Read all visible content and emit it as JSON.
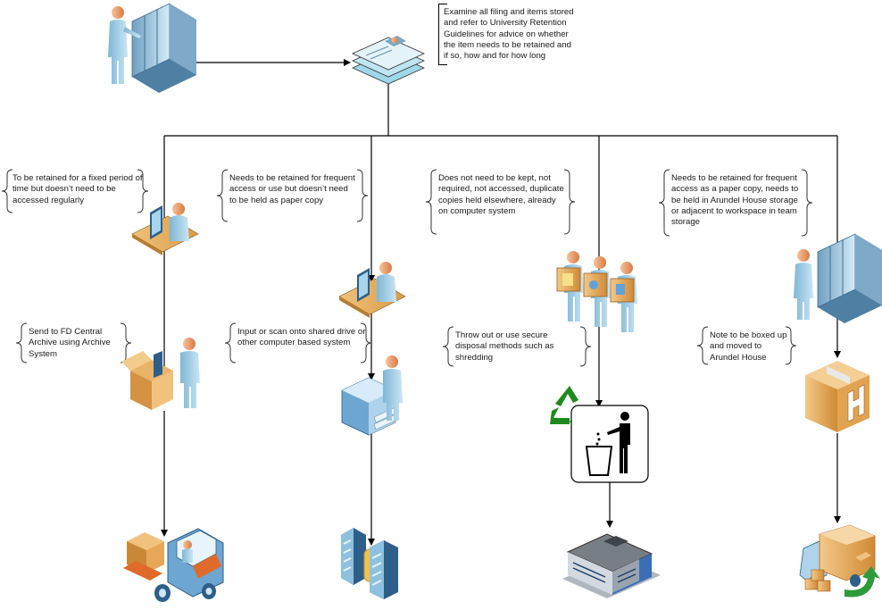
{
  "diagram": {
    "title": "Filing retention decision flow",
    "start": {
      "icon": "person-at-filing-cabinet-icon",
      "note": "Examine all filing and items stored and refer to University Retention Guidelines for advice on whether the item needs to be retained and if so, how and for how long",
      "document_icon": "document-stack-icon"
    },
    "branches": [
      {
        "condition": "To be retained for a fixed period of time but doesn’t need to be accessed regularly",
        "condition_icon": "person-at-desk-computer-icon",
        "action": "Send to FD Central Archive using Archive System",
        "action_icon": "person-packing-box-icon",
        "outcome_icon": "forklift-with-box-icon"
      },
      {
        "condition": "Needs to be retained for frequent access or use but doesn’t need to be held as paper copy",
        "condition_icon": "person-at-desk-computer-icon",
        "action": "Input or scan onto shared drive or other computer based system",
        "action_icon": "person-at-scanner-icon",
        "outcome_icon": "server-database-icon"
      },
      {
        "condition": "Does not need to be kept, not required, not accessed, duplicate copies held elsewhere, already on computer system",
        "condition_icon": "people-carrying-boxes-icon",
        "action": "Throw out or use secure disposal methods such as shredding",
        "action_icon": "recycle-and-bin-icon",
        "outcome_icon": "disposal-facility-building-icon"
      },
      {
        "condition": "Needs to be retained for frequent access as a paper copy, needs to be held in Arundel House storage or adjacent to workspace in team storage",
        "condition_icon": "person-at-filing-cabinet-icon",
        "action": "Note to be boxed up and moved to Arundel House",
        "action_icon": "cardboard-box-icon",
        "outcome_icon": "delivery-truck-icon"
      }
    ],
    "colors": {
      "line": "#000000",
      "person_body": "#a9d3e8",
      "person_head": "#e8a070",
      "box": "#e0a050",
      "cabinet": "#9fc6de",
      "recycle_green": "#1e8a1e",
      "building_blue": "#3a6fb5"
    }
  }
}
